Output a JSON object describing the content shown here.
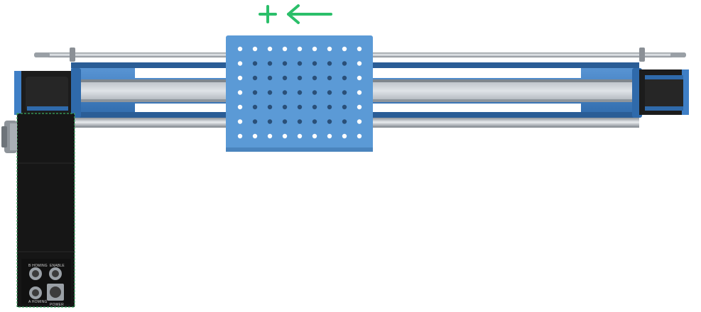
{
  "direction_indicator": {
    "sign": "+",
    "arrow": "⟵",
    "color": "#2bbf6a"
  },
  "colors": {
    "carriage": "#5b9ad6",
    "carriage_shadow": "#4a84bd",
    "frame_blue": "#3f7fc6",
    "frame_dark": "#2a5d96",
    "rail": "#c5c8cc",
    "motor_body": "#161616",
    "motor_outline": "#3aa861"
  },
  "motor": {
    "connector_labels": [
      "B HOMING",
      "ENABLE",
      "A HOMING",
      "POWER"
    ]
  }
}
